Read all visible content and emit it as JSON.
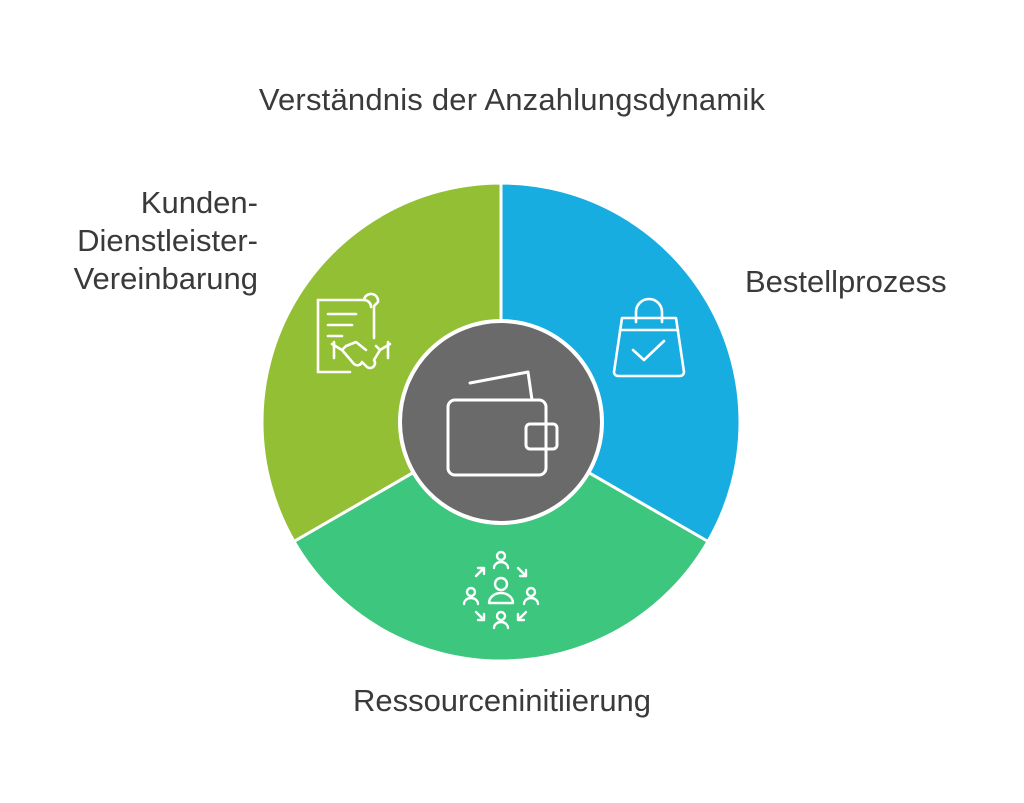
{
  "title": "Verständnis der Anzahlungsdynamik",
  "segments": [
    {
      "id": "kunden-dienstleister",
      "label_lines": [
        "Kunden-",
        "Dienstleister-",
        "Vereinbarung"
      ],
      "color": "#92bf33",
      "icon": "contract-handshake-icon"
    },
    {
      "id": "bestellprozess",
      "label_lines": [
        "Bestellprozess"
      ],
      "color": "#18ade1",
      "icon": "shopping-bag-check-icon"
    },
    {
      "id": "ressourceninitiierung",
      "label_lines": [
        "Ressourceninitiierung"
      ],
      "color": "#3dc67e",
      "icon": "team-cycle-icon"
    }
  ],
  "center": {
    "color": "#6a6a6a",
    "icon": "wallet-icon"
  }
}
